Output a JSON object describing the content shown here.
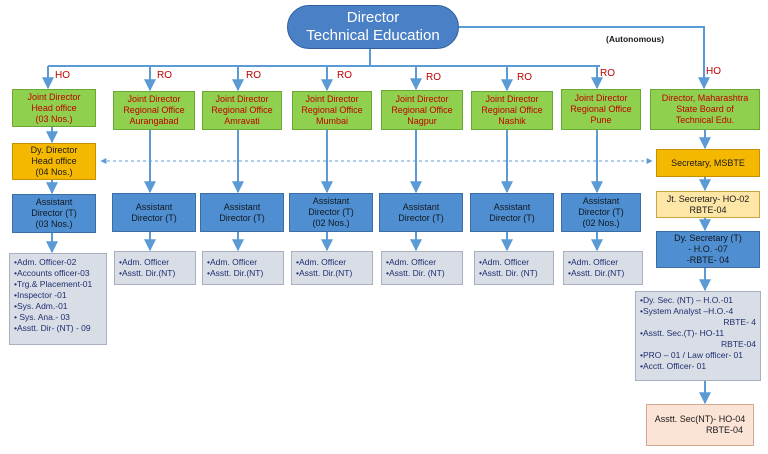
{
  "director": {
    "line1": "Director",
    "line2": "Technical Education"
  },
  "autonomous": "(Autonomous)",
  "labels": {
    "ho1": "HO",
    "ro1": "RO",
    "ro2": "RO",
    "ro3": "RO",
    "ro4": "RO",
    "ro5": "RO",
    "ro6": "RO",
    "ho2": "HO"
  },
  "jd_head": {
    "l1": "Joint Director",
    "l2": "Head office",
    "l3": "(03 Nos.)"
  },
  "jd_aurangabad": {
    "l1": "Joint Director",
    "l2": "Regional Office",
    "l3": "Aurangabad"
  },
  "jd_amravati": {
    "l1": "Joint Director",
    "l2": "Regional Office",
    "l3": "Amravati"
  },
  "jd_mumbai": {
    "l1": "Joint Director",
    "l2": "Regional Office",
    "l3": "Mumbai"
  },
  "jd_nagpur": {
    "l1": "Joint Director",
    "l2": "Regional Office",
    "l3": "Nagpur"
  },
  "jd_nashik": {
    "l1": "Joint Director",
    "l2": "Regional Office",
    "l3": "Nashik"
  },
  "jd_pune": {
    "l1": "Joint Director",
    "l2": "Regional Office",
    "l3": "Pune"
  },
  "msbte_director": {
    "l1": "Director, Maharashtra",
    "l2": "State Board of",
    "l3": "Technical Edu."
  },
  "dy_director": {
    "l1": "Dy. Director",
    "l2": "Head office",
    "l3": "(04 Nos.)"
  },
  "secretary": {
    "l1": "Secretary, MSBTE"
  },
  "ad_head": {
    "l1": "Assistant",
    "l2": "Director (T)",
    "l3": "(03 Nos.)"
  },
  "ad_aurangabad": {
    "l1": "Assistant",
    "l2": "Director (T)"
  },
  "ad_amravati": {
    "l1": "Assistant",
    "l2": "Director (T)"
  },
  "ad_mumbai": {
    "l1": "Assistant",
    "l2": "Director (T)",
    "l3": "(02 Nos.)"
  },
  "ad_nagpur": {
    "l1": "Assistant",
    "l2": "Director (T)"
  },
  "ad_nashik": {
    "l1": "Assistant",
    "l2": "Director (T)"
  },
  "ad_pune": {
    "l1": "Assistant",
    "l2": "Director (T)",
    "l3": "(02 Nos.)"
  },
  "jt_secretary": {
    "l1": "Jt. Secretary- HO-02",
    "l2": "RBTE-04"
  },
  "dy_secretary": {
    "l1": "Dy. Secretary (T)",
    "l2": "- H.O. -07",
    "l3": "-RBTE- 04"
  },
  "staff_head": [
    "•Adm. Officer-02",
    "•Accounts officer-03",
    "•Trg.& Placement-01",
    "•Inspector -01",
    "•Sys. Adm.-01",
    "• Sys. Ana.- 03",
    "•Asstt. Dir- (NT) - 09"
  ],
  "staff_aurangabad": [
    "•Adm. Officer",
    "•Asstt. Dir.(NT)"
  ],
  "staff_amravati": [
    "•Adm. Officer",
    "•Asstt. Dir.(NT)"
  ],
  "staff_mumbai": [
    "•Adm. Officer",
    "•Asstt. Dir.(NT)"
  ],
  "staff_nagpur": [
    "•Adm. Officer",
    "•Asstt. Dir. (NT)"
  ],
  "staff_nashik": [
    "•Adm. Officer",
    "•Asstt. Dir. (NT)"
  ],
  "staff_pune": [
    "•Adm. Officer",
    "•Asstt. Dir.(NT)"
  ],
  "msbte_staff": {
    "a": "•Dy. Sec. (NT) – H.O.-01",
    "b": "•System Analyst –H.O.-4",
    "c": "RBTE- 4",
    "d": "•Asstt. Sec.(T)- HO-11",
    "e": "RBTE-04",
    "f": "•PRO – 01 / Law officer- 01",
    "g": "•Acctt. Officer- 01"
  },
  "asst_sec_nt": {
    "l1": "Asstt. Sec(NT)- HO-04",
    "l2": "RBTE-04"
  },
  "colors": {
    "line": "#5b9bd5",
    "green": "#8fd14f",
    "blue": "#4f8fd1",
    "gray": "#d9dde6",
    "orange": "#f5b800",
    "red_text": "#c00000"
  }
}
